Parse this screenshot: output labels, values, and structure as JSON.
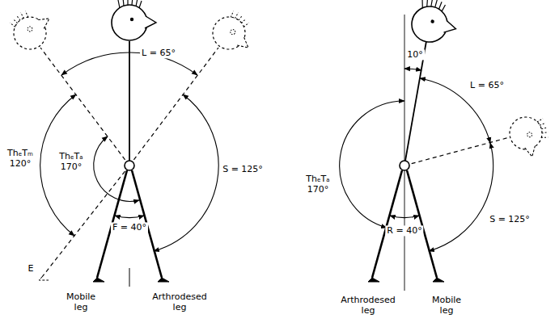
{
  "diagram": {
    "labels": [
      "L = 65°",
      "ThₑTₘ 120°",
      "ThₑTₐ 170°",
      "S = 125°",
      "F = 40°",
      "E",
      "Mobile leg",
      "Arthrodesed leg",
      "10°",
      "L = 65°",
      "ThₑTₐ 170°",
      "S = 125°",
      "R = 40°",
      "Arthrodesed leg",
      "Mobile leg"
    ]
  }
}
